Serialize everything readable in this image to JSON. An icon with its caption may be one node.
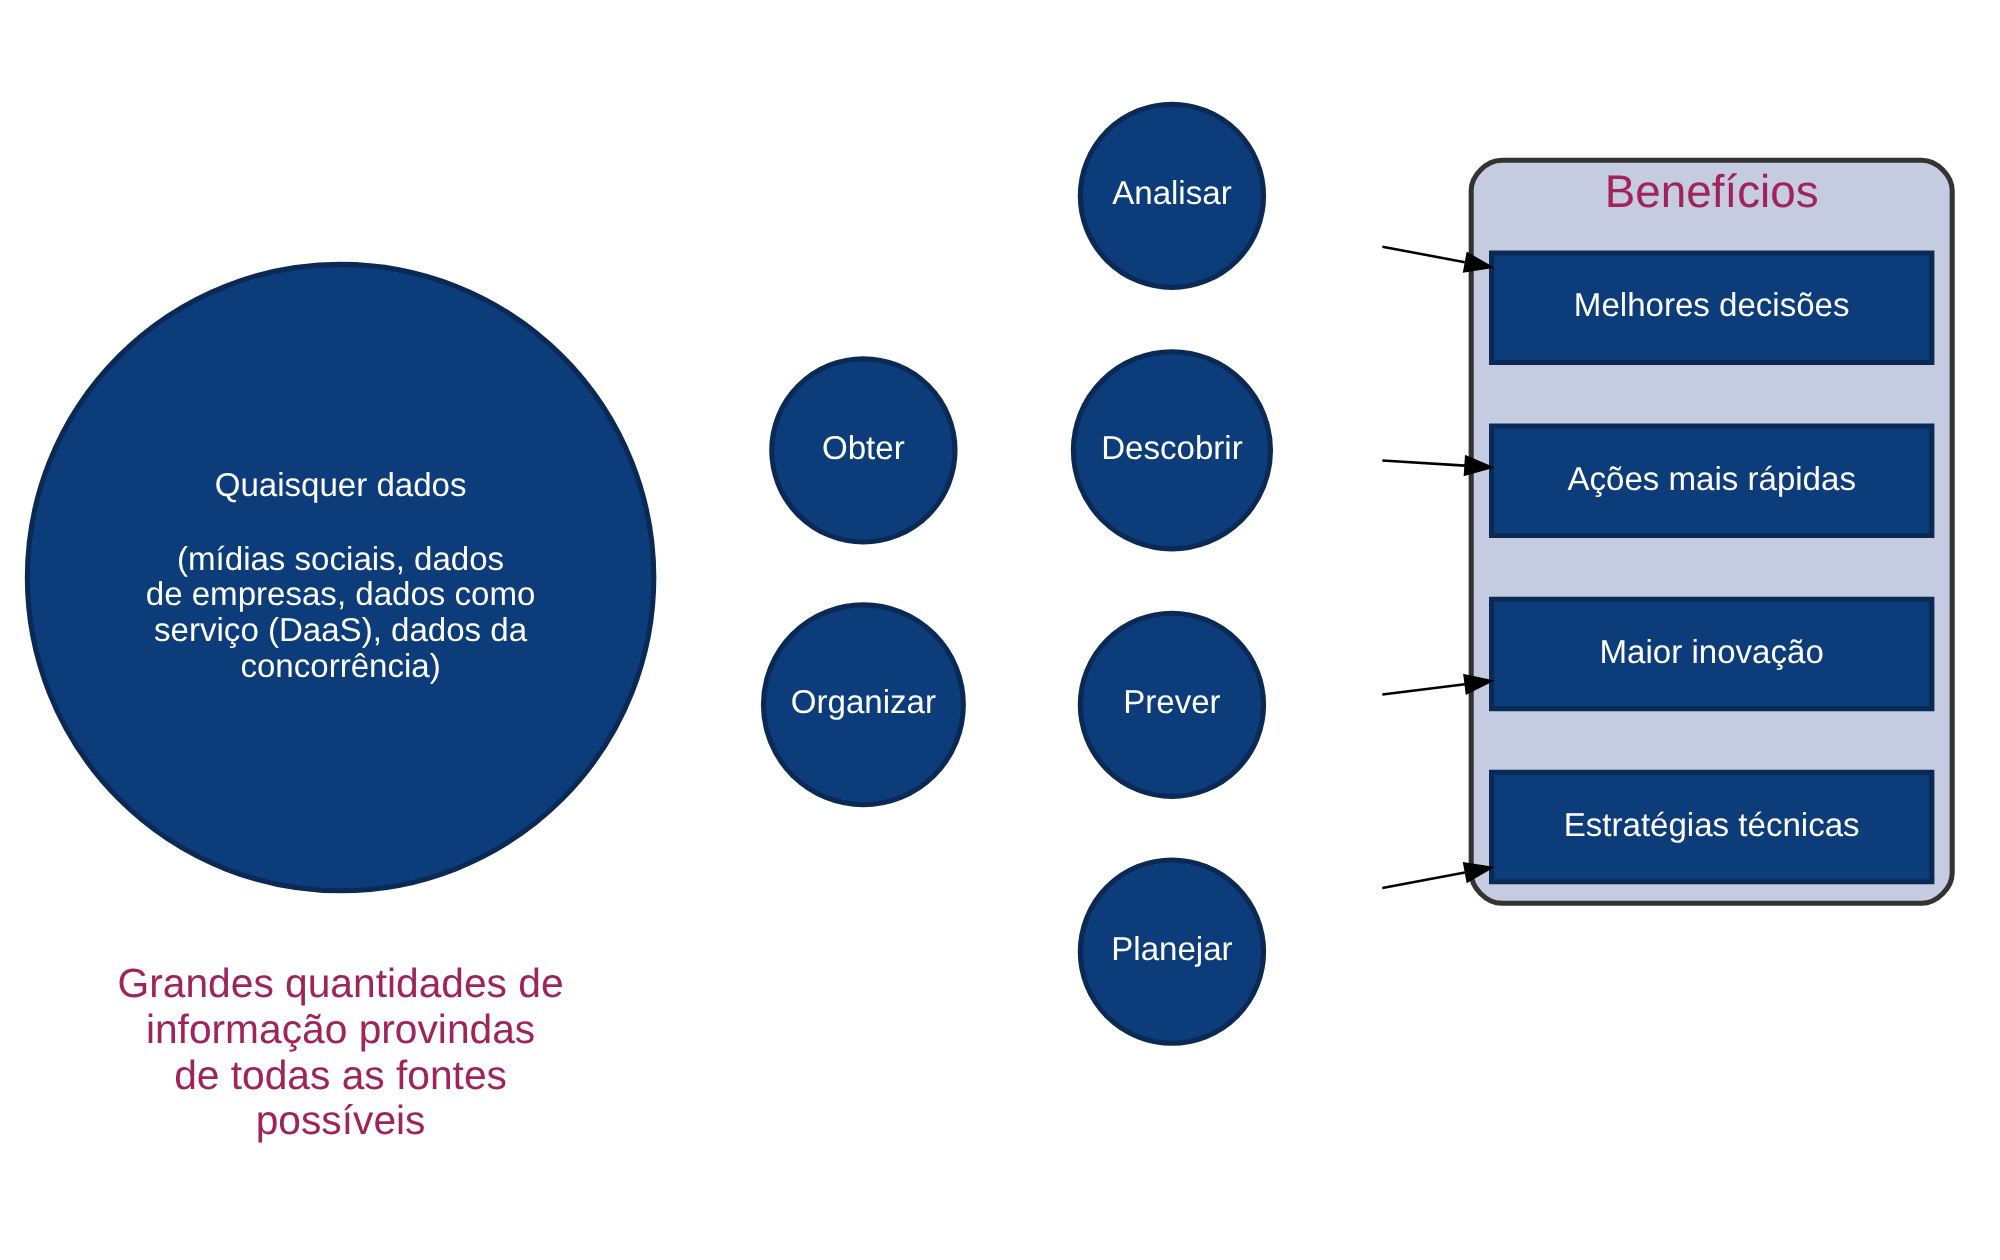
{
  "diagram": {
    "nodes": [
      {
        "text": [
          "Quaisquer dados",
          "(mídias sociais, dados de empresas, dados como serviço (DaaS), dados da concorrência)"
        ],
        "beside": [
          "Grandes quantidades de informação provindas de todas as fontes possíveis"
        ]
      },
      {
        "text": [
          "Obter"
        ]
      },
      {
        "text": [
          "Organizar"
        ]
      },
      {
        "text": [
          "Analisar"
        ]
      },
      {
        "text": [
          "Descobrir"
        ]
      },
      {
        "text": [
          "Prever"
        ]
      },
      {
        "text": [
          "Planejar"
        ]
      },
      {
        "text": [
          "Benefícios"
        ]
      },
      {
        "text": [
          "Melhores decisões"
        ],
        "in": 7
      },
      {
        "text": [
          "Ações mais rápidas"
        ],
        "in": 7
      },
      {
        "text": [
          "Maior inovação"
        ],
        "in": 7
      },
      {
        "text": [
          "Estratégias técnicas"
        ],
        "in": 7
      }
    ],
    "edges": [
      {
        "from": null,
        "to": 8,
        "arrow": "to"
      },
      {
        "from": null,
        "to": 9,
        "arrow": "to"
      },
      {
        "from": null,
        "to": 10,
        "arrow": "to"
      },
      {
        "from": null,
        "to": 11,
        "arrow": "to"
      }
    ]
  }
}
